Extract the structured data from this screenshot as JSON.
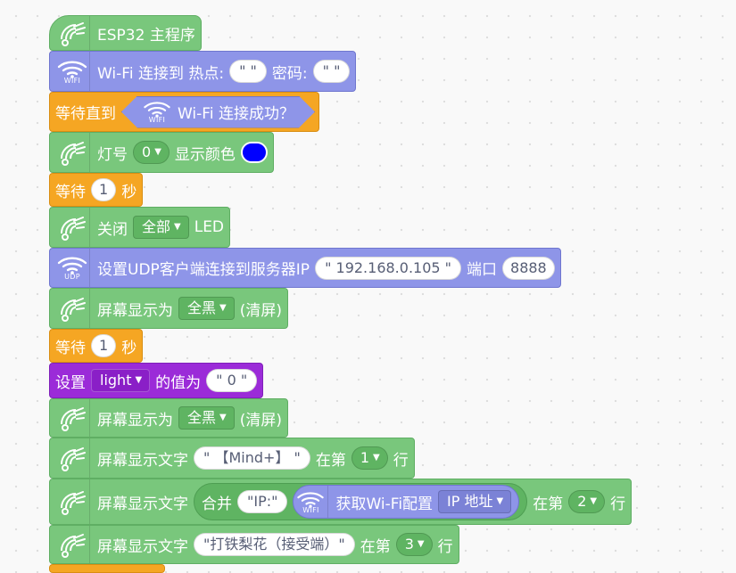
{
  "blocks": {
    "main": {
      "label": "ESP32 主程序"
    },
    "wifi_connect": {
      "label": "Wi-Fi 连接到 热点:",
      "ssid_value": "\" \"",
      "password_label": "密码:",
      "password_value": "\" \"",
      "icon_caption": "WIFI"
    },
    "wait_until": {
      "label": "等待直到",
      "cond_label": "Wi-Fi 连接成功？",
      "icon_caption": "WIFI"
    },
    "led_color": {
      "label1": "灯号",
      "led_index": "0",
      "label2": "显示颜色",
      "color": "#0000ff"
    },
    "wait1": {
      "label1": "等待",
      "value": "1",
      "label2": "秒"
    },
    "led_off": {
      "label1": "关闭",
      "target": "全部",
      "label2": "LED"
    },
    "udp": {
      "label": "设置UDP客户端连接到服务器IP",
      "ip": "\" 192.168.0.105 \"",
      "port_label": "端口",
      "port": "8888",
      "icon_caption": "UDP"
    },
    "screen_fill1": {
      "label": "屏幕显示为",
      "option": "全黑",
      "suffix": "(清屏)"
    },
    "wait2": {
      "label1": "等待",
      "value": "1",
      "label2": "秒"
    },
    "set_var": {
      "label1": "设置",
      "var": "light",
      "label2": "的值为",
      "value": "\" 0 \""
    },
    "screen_fill2": {
      "label": "屏幕显示为",
      "option": "全黑",
      "suffix": "(清屏)"
    },
    "text1": {
      "label": "屏幕显示文字",
      "text": "\" 【Mind+】 \"",
      "row_label": "在第",
      "row": "1",
      "row_suffix": "行"
    },
    "text2": {
      "label": "屏幕显示文字",
      "join_label": "合并",
      "join_text": "\"IP:\"",
      "wifi_label": "获取Wi-Fi配置",
      "wifi_option": "IP 地址",
      "wifi_caption": "WIFI",
      "row_label": "在第",
      "row": "2",
      "row_suffix": "行"
    },
    "text3": {
      "label": "屏幕显示文字",
      "text": "\"打铁梨花（接受端）\"",
      "row_label": "在第",
      "row": "3",
      "row_suffix": "行"
    }
  },
  "colors": {
    "green": "#79c77c",
    "purple": "#8e95e8",
    "orange": "#f5a623",
    "violet": "#9b2bd8"
  },
  "icons": {
    "robot": "hand-robot-icon",
    "wifi": "wifi-icon",
    "dropdown": "caret-down-icon"
  }
}
